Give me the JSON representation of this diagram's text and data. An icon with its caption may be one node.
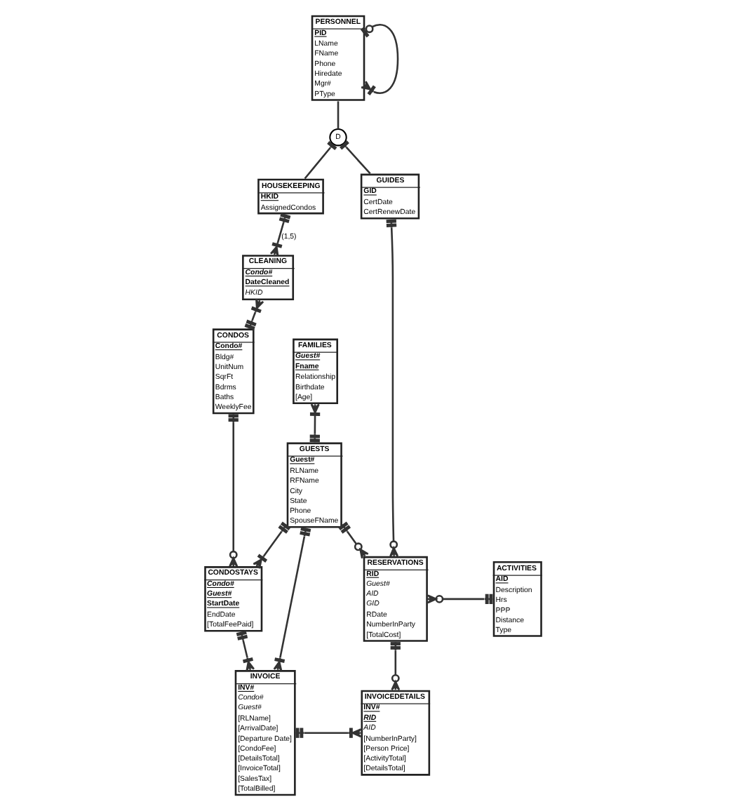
{
  "diagram": {
    "nodes": [
      {
        "text": [
          "PERSONNEL",
          "PID",
          "LName",
          "FName",
          "Phone",
          "Hiredate",
          "Mgr#",
          "PType"
        ]
      },
      {
        "text": [
          "D"
        ]
      },
      {
        "text": [
          "HOUSEKEEPING",
          "HKID",
          "AssignedCondos"
        ]
      },
      {
        "text": [
          "CLEANING",
          "Condo#",
          "DateCleaned",
          "HKID"
        ]
      },
      {
        "text": [
          "FAMILIES",
          "Guest#",
          "Fname",
          "Relationship",
          "Birthdate",
          "[Age]"
        ]
      },
      {
        "text": [
          "CONDOS",
          "Condo#",
          "Bldg#",
          "UnitNum",
          "SqrFt",
          "Bdrms",
          "Baths",
          "WeeklyFee"
        ]
      },
      {
        "text": [
          "GUIDES",
          "GID",
          "CertDate",
          "CertRenewDate"
        ]
      },
      {
        "text": [
          "GUESTS",
          "Guest#",
          "RLName",
          "RFName",
          "City",
          "State",
          "Phone",
          "SpouseFName"
        ]
      },
      {
        "text": [
          "CONDOSTAYS",
          "Condo#",
          "Guest#",
          "StartDate",
          "EndDate",
          "[TotalFeePaid]"
        ]
      },
      {
        "text": [
          "RESERVATIONS",
          "RID",
          "Guest#",
          "AID",
          "GID",
          "RDate",
          "NumberInParty",
          "[TotalCost]"
        ]
      },
      {
        "text": [
          "ACTIVITIES",
          "AID",
          "Description",
          "Hrs",
          "PPP",
          "Distance",
          "Type"
        ]
      },
      {
        "text": [
          "INVOICE",
          "INV#",
          "Condo#",
          "Guest#",
          "[RLName]",
          "[ArrivalDate]",
          "[Departure Date]",
          "[CondoFee]",
          "[DetailsTotal]",
          "[InvoiceTotal]",
          "[SalesTax]",
          "[TotalBilled]"
        ]
      },
      {
        "text": [
          "INVOICEDETAILS",
          "INV#",
          "RID",
          "AID",
          "[NumberInParty]",
          "[Person Price]",
          "[ActivityTotal]",
          "[DetailsTotal]"
        ]
      }
    ],
    "edges": [
      {
        "from": 0,
        "to": 0,
        "arrow": "other"
      },
      {
        "from": 0,
        "to": 1,
        "arrow": "none"
      },
      {
        "from": 1,
        "to": 2,
        "arrow": "other"
      },
      {
        "from": 1,
        "to": 6,
        "arrow": "other"
      },
      {
        "from": 2,
        "to": 3,
        "arrow": "other",
        "label": "(1,5)"
      },
      {
        "from": 3,
        "to": 5,
        "arrow": "other"
      },
      {
        "from": 4,
        "to": 7,
        "arrow": "other"
      },
      {
        "from": 5,
        "to": 8,
        "arrow": "other"
      },
      {
        "from": 7,
        "to": 8,
        "arrow": "other"
      },
      {
        "from": 6,
        "to": 9,
        "arrow": "other"
      },
      {
        "from": 7,
        "to": 9,
        "arrow": "other"
      },
      {
        "from": 9,
        "to": 10,
        "arrow": "other"
      },
      {
        "from": 7,
        "to": 11,
        "arrow": "other"
      },
      {
        "from": 8,
        "to": 11,
        "arrow": "other"
      },
      {
        "from": 9,
        "to": 12,
        "arrow": "other"
      },
      {
        "from": 11,
        "to": 12,
        "arrow": "other"
      }
    ]
  }
}
